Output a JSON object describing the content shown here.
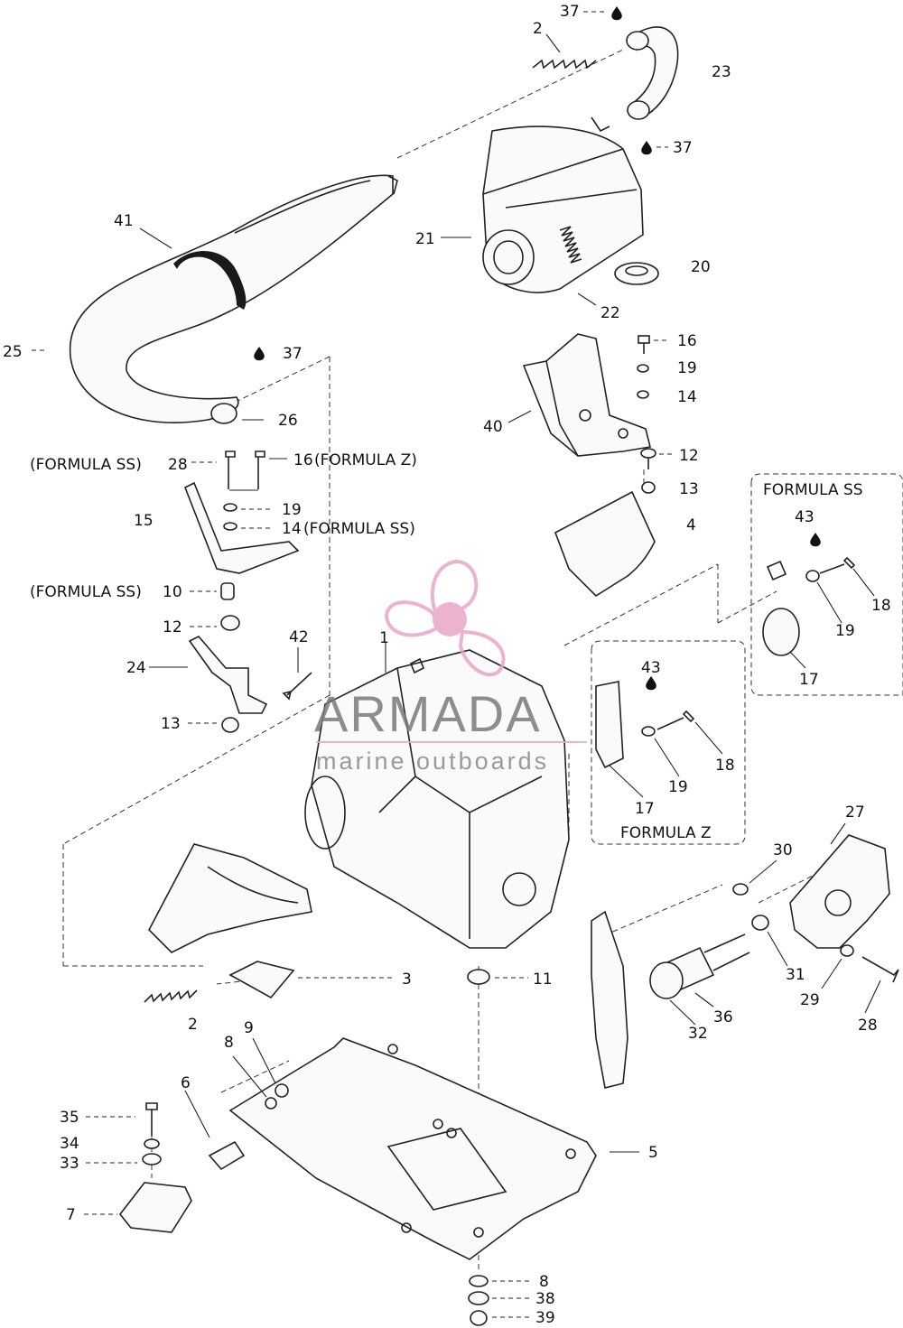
{
  "labels": {
    "p2_top": "2",
    "p2_bot": "2",
    "p3": "3",
    "p4": "4",
    "p5": "5",
    "p6": "6",
    "p7": "7",
    "p8_a": "8",
    "p8_b": "8",
    "p9": "9",
    "p10": "10",
    "p11": "11",
    "p12_a": "12",
    "p12_b": "12",
    "p13_a": "13",
    "p13_b": "13",
    "p14_a": "14",
    "p14_b": "14",
    "p15": "15",
    "p16_a": "16",
    "p16_b": "16",
    "p17_a": "17",
    "p17_b": "17",
    "p18_a": "18",
    "p18_b": "18",
    "p19_a": "19",
    "p19_b": "19",
    "p19_c": "19",
    "p19_d": "19",
    "p20": "20",
    "p21": "21",
    "p22": "22",
    "p23": "23",
    "p24": "24",
    "p25": "25",
    "p26": "26",
    "p27": "27",
    "p28_a": "28",
    "p28_b": "28",
    "p29": "29",
    "p30": "30",
    "p31": "31",
    "p32": "32",
    "p33": "33",
    "p34": "34",
    "p35": "35",
    "p36": "36",
    "p37_a": "37",
    "p37_b": "37",
    "p37_c": "37",
    "p38": "38",
    "p39": "39",
    "p40": "40",
    "p41": "41",
    "p42": "42",
    "p43_a": "43",
    "p43_b": "43",
    "p1": "1"
  },
  "model_notes": {
    "formula_ss": "(FORMULA SS)",
    "formula_z": "(FORMULA Z)",
    "box_ss_title": "FORMULA SS",
    "box_z_title": "FORMULA Z"
  },
  "watermark": {
    "brand": "ARMADA",
    "tagline": "marine outboards",
    "color_pink": "#e8a6c8",
    "color_gray": "#7a7a7a"
  },
  "icons": {
    "drop": "oil-drop-icon",
    "logo": "propeller-logo-icon"
  }
}
